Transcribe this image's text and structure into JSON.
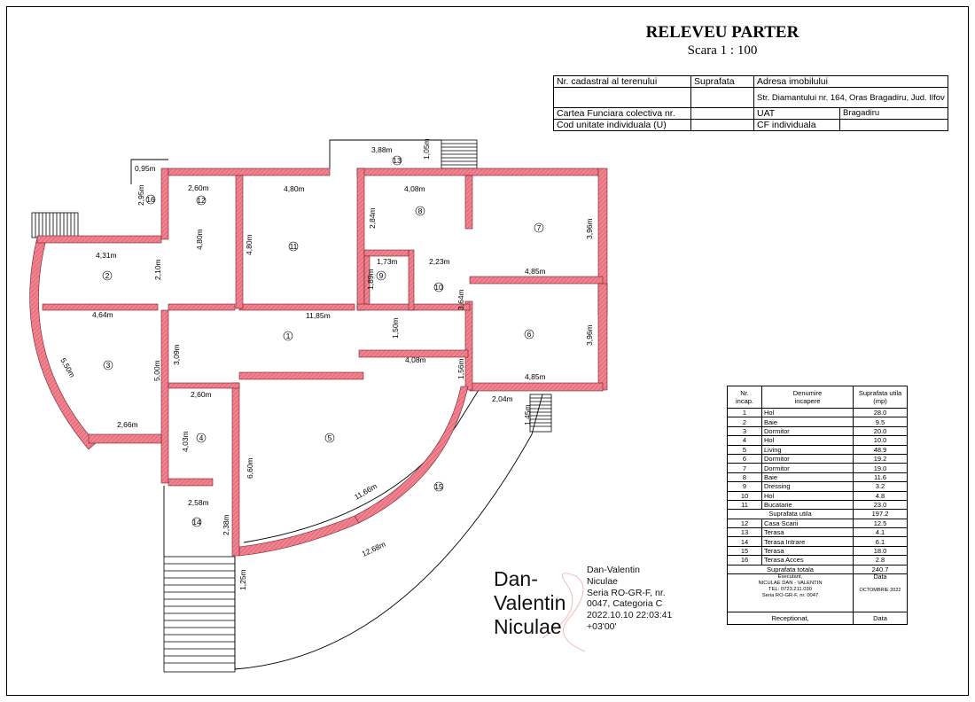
{
  "header": {
    "title": "RELEVEU PARTER",
    "scale": "Scara  1 : 100"
  },
  "info_table": {
    "cadastral_label": "Nr. cadastral al terenului",
    "surface_label": "Suprafata",
    "address_label": "Adresa imobilului",
    "address_value": "Str. Diamantului nr. 164, Oras Bragadiru, Jud. Ilfov",
    "carte_label": "Cartea Funciara colectiva nr.",
    "uat_label": "UAT",
    "uat_value": "Bragadiru",
    "cod_label": "Cod unitate individuala (U)",
    "cf_label": "CF individuala"
  },
  "plan": {
    "room_numbers": [
      "1",
      "2",
      "3",
      "4",
      "5",
      "6",
      "7",
      "8",
      "9",
      "10",
      "11",
      "12",
      "13",
      "14",
      "15",
      "16"
    ],
    "dimensions": [
      "0,95m",
      "2,95m",
      "2,60m",
      "4,80m",
      "4,80m",
      "4,80m",
      "3,88m",
      "1,05m",
      "4,08m",
      "2,84m",
      "3,96m",
      "4,31m",
      "2,10m",
      "1,73m",
      "2,23m",
      "1,89m",
      "3,64m",
      "4,85m",
      "4,64m",
      "11,85m",
      "1,50m",
      "5,50m",
      "3,09m",
      "5,00m",
      "4,08m",
      "1,56m",
      "3,96m",
      "2,60m",
      "4,85m",
      "2,04m",
      "1,45m",
      "2,66m",
      "4,03m",
      "6,60m",
      "11,66m",
      "2,58m",
      "2,38m",
      "12,68m",
      "1,25m"
    ]
  },
  "signature": {
    "big_lines": [
      "Dan-",
      "Valentin",
      "Niculae"
    ],
    "small_lines": [
      "Dan-Valentin",
      "Niculae",
      "Seria RO-GR-F, nr.",
      "0047, Categoria C",
      "2022.10.10 22:03:41",
      "+03'00'"
    ]
  },
  "rooms_table": {
    "header_nr": "Nr.\nincap.",
    "header_name": "Denumire\nincapere",
    "header_area": "Suprafata utila\n(mp)",
    "rooms_a": [
      {
        "nr": "1",
        "name": "Hol",
        "area": "28.0"
      },
      {
        "nr": "2",
        "name": "Baie",
        "area": "9.5"
      },
      {
        "nr": "3",
        "name": "Dormitor",
        "area": "20.0"
      },
      {
        "nr": "4",
        "name": "Hol",
        "area": "10.0"
      },
      {
        "nr": "5",
        "name": "Living",
        "area": "48.9"
      },
      {
        "nr": "6",
        "name": "Dormitor",
        "area": "19.2"
      },
      {
        "nr": "7",
        "name": "Dormitor",
        "area": "19.0"
      },
      {
        "nr": "8",
        "name": "Baie",
        "area": "11.6"
      },
      {
        "nr": "9",
        "name": "Dressing",
        "area": "3.2"
      },
      {
        "nr": "10",
        "name": "Hol",
        "area": "4.8"
      },
      {
        "nr": "11",
        "name": "Bucatarie",
        "area": "23.0"
      }
    ],
    "useful_label": "Suprafata utila",
    "useful_value": "197.2",
    "rooms_b": [
      {
        "nr": "12",
        "name": "Casa Scarii",
        "area": "12.5"
      },
      {
        "nr": "13",
        "name": "Terasa",
        "area": "4.1"
      },
      {
        "nr": "14",
        "name": "Terasa Intrare",
        "area": "6.1"
      },
      {
        "nr": "15",
        "name": "Terasa",
        "area": "18.0"
      },
      {
        "nr": "16",
        "name": "Terasa Acces",
        "area": "2.8"
      }
    ],
    "total_label": "Suprafata totala",
    "total_value": "240.7",
    "executant": [
      "Executant,",
      "NICULAE DAN - VALENTIN",
      "TEL: 0723.211.030",
      "Seria RO-GR-F, nr. 0047"
    ],
    "data_label": "Data",
    "data_value": "OCTOMBRIE 2022",
    "received_label": "Receptionat,",
    "received_data": "Data"
  }
}
